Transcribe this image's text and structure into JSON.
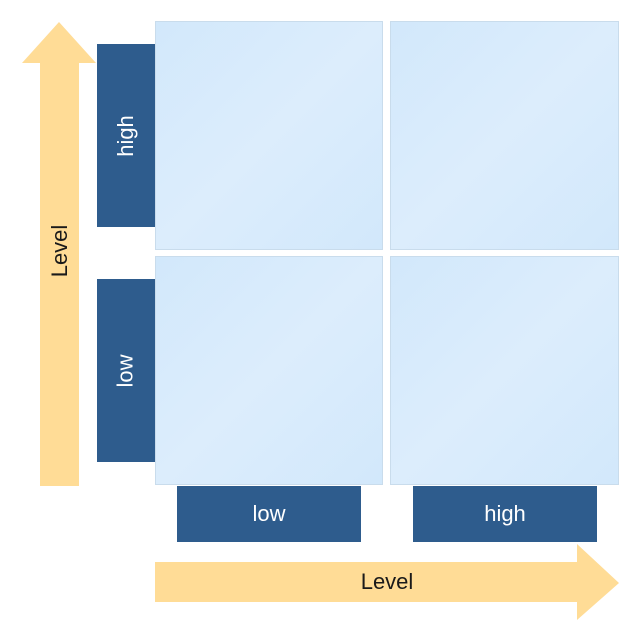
{
  "diagram": {
    "type": "2x2-matrix",
    "y_axis": {
      "label": "Level",
      "ticks": [
        "high",
        "low"
      ]
    },
    "x_axis": {
      "label": "Level",
      "ticks": [
        "low",
        "high"
      ]
    },
    "colors": {
      "arrow": "#ffdc96",
      "tick_box": "#2e5c8d",
      "cell_fill": "#d6eafc",
      "cell_border": "#c9dcec",
      "tick_text": "#ffffff",
      "axis_text": "#1a1a1a"
    }
  }
}
